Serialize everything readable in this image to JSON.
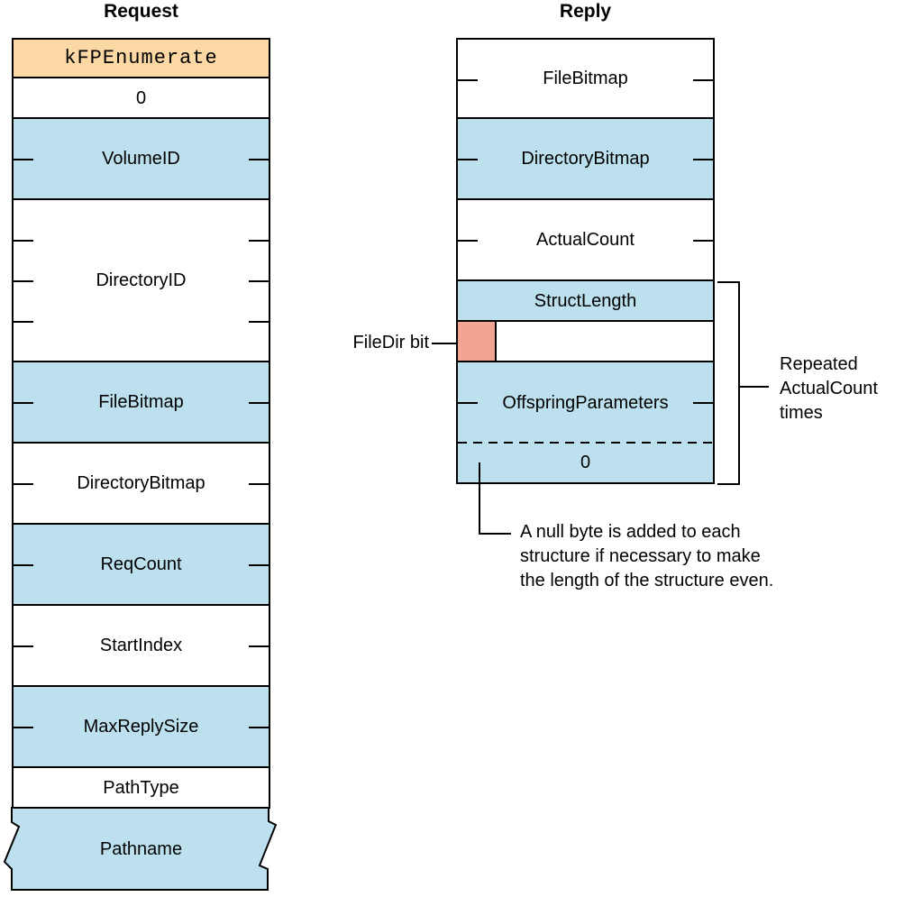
{
  "colors": {
    "field_blue": "#BDE0EE",
    "command_peach": "#FBD8A4",
    "filedir_pink": "#F3A593",
    "line_black": "#000000",
    "background_white": "#FFFFFF"
  },
  "request": {
    "title": "Request",
    "rows": [
      {
        "label": "kFPEnumerate",
        "fill": "peach",
        "units": 1,
        "font": "mono"
      },
      {
        "label": "0",
        "fill": "white",
        "units": 1
      },
      {
        "label": "VolumeID",
        "fill": "blue",
        "units": 2
      },
      {
        "label": "DirectoryID",
        "fill": "white",
        "units": 4
      },
      {
        "label": "FileBitmap",
        "fill": "blue",
        "units": 2
      },
      {
        "label": "DirectoryBitmap",
        "fill": "white",
        "units": 2
      },
      {
        "label": "ReqCount",
        "fill": "blue",
        "units": 2
      },
      {
        "label": "StartIndex",
        "fill": "white",
        "units": 2
      },
      {
        "label": "MaxReplySize",
        "fill": "blue",
        "units": 2
      },
      {
        "label": "PathType",
        "fill": "white",
        "units": 1
      },
      {
        "label": "Pathname",
        "fill": "blue",
        "units": 2,
        "jagged": true
      }
    ]
  },
  "reply": {
    "title": "Reply",
    "rows": [
      {
        "label": "FileBitmap",
        "fill": "white",
        "units": 2
      },
      {
        "label": "DirectoryBitmap",
        "fill": "blue",
        "units": 2
      },
      {
        "label": "ActualCount",
        "fill": "white",
        "units": 2
      },
      {
        "label": "StructLength",
        "fill": "blue",
        "units": 1
      },
      {
        "label": "",
        "fill": "white",
        "units": 1,
        "pink_cell": true
      },
      {
        "label": "OffspringParameters",
        "fill": "blue",
        "units": 3,
        "dashed": true,
        "zero_label": "0"
      }
    ]
  },
  "callouts": {
    "filedir_label": "FileDir bit",
    "repeated_lines": [
      "Repeated",
      "ActualCount",
      "times"
    ],
    "nullbyte_lines": [
      "A null byte is added to each",
      "structure if necessary to make",
      "the length of the structure even."
    ]
  }
}
